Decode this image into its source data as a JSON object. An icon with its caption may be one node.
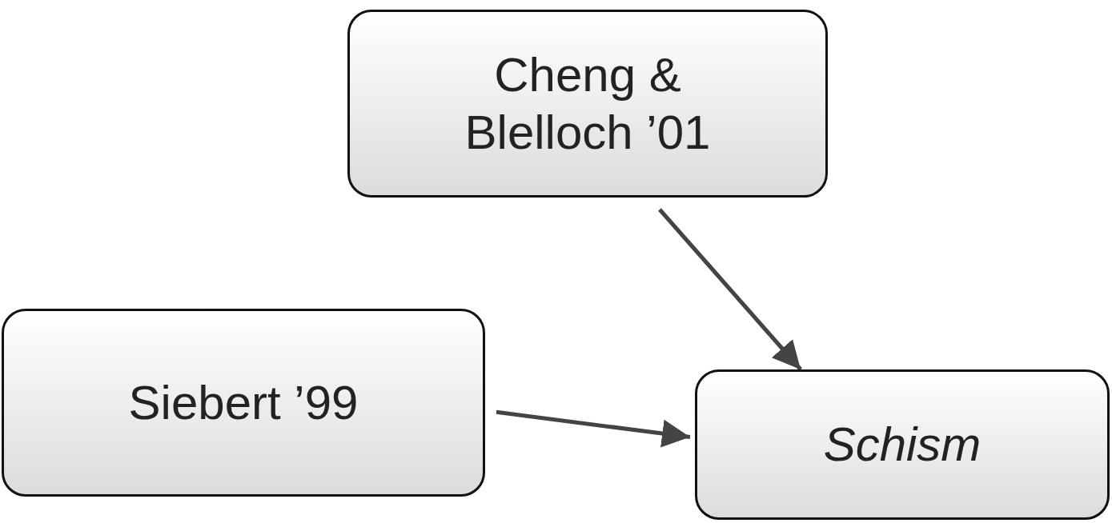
{
  "diagram": {
    "nodes": [
      {
        "text": [
          "Cheng & Blelloch ’01"
        ]
      },
      {
        "text": [
          "Siebert ’99"
        ]
      },
      {
        "text": [
          "Schism"
        ]
      }
    ],
    "edges": [
      {
        "from": 0,
        "to": 2,
        "arrow": "to"
      },
      {
        "from": 1,
        "to": 2,
        "arrow": "to"
      }
    ]
  }
}
